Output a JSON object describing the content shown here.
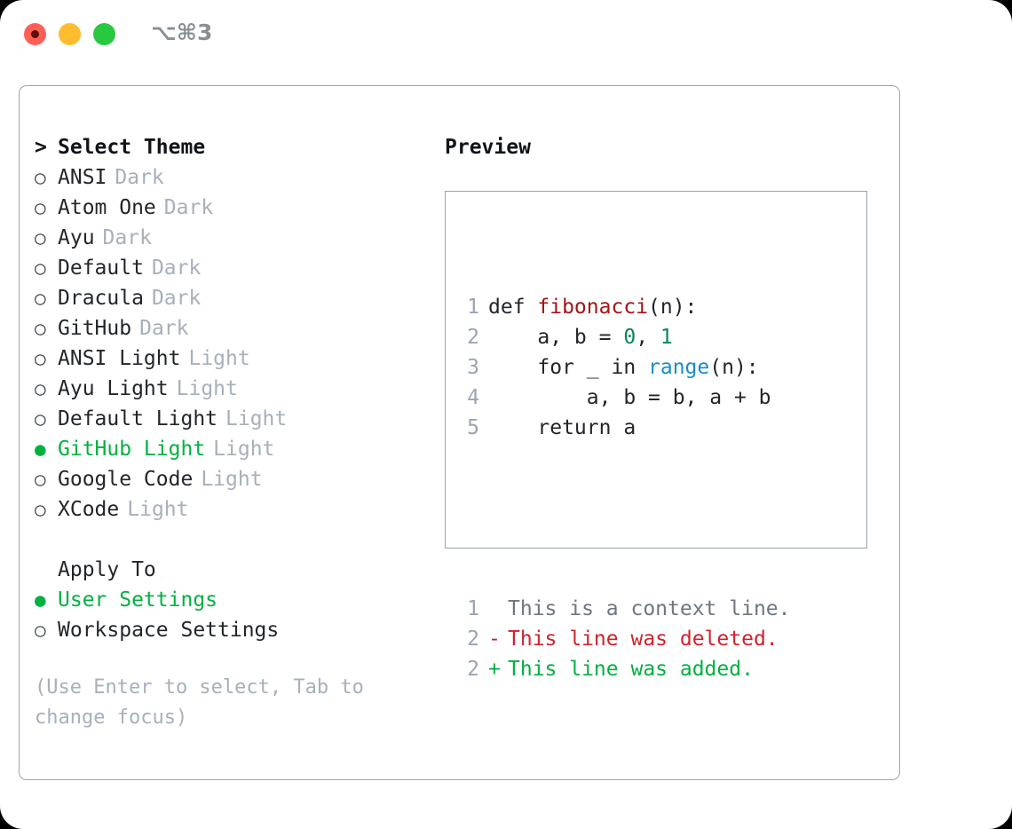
{
  "titlebar": {
    "shortcut": "⌥⌘3",
    "lights": [
      {
        "name": "close",
        "color": "#ff5f57"
      },
      {
        "name": "minimize",
        "color": "#febc2e"
      },
      {
        "name": "maximize",
        "color": "#28c840"
      }
    ]
  },
  "theme_picker": {
    "heading": "Select Theme",
    "caret": ">",
    "bullet_on": "●",
    "bullet_off": "○",
    "accent_color": "#00b140",
    "items": [
      {
        "label": "ANSI",
        "variant": "Dark",
        "selected": false
      },
      {
        "label": "Atom One",
        "variant": "Dark",
        "selected": false
      },
      {
        "label": "Ayu",
        "variant": "Dark",
        "selected": false
      },
      {
        "label": "Default",
        "variant": "Dark",
        "selected": false
      },
      {
        "label": "Dracula",
        "variant": "Dark",
        "selected": false
      },
      {
        "label": "GitHub",
        "variant": "Dark",
        "selected": false
      },
      {
        "label": "ANSI Light",
        "variant": "Light",
        "selected": false
      },
      {
        "label": "Ayu Light",
        "variant": "Light",
        "selected": false
      },
      {
        "label": "Default Light",
        "variant": "Light",
        "selected": false
      },
      {
        "label": "GitHub Light",
        "variant": "Light",
        "selected": true
      },
      {
        "label": "Google Code",
        "variant": "Light",
        "selected": false
      },
      {
        "label": "XCode",
        "variant": "Light",
        "selected": false
      }
    ]
  },
  "apply_to": {
    "heading": "Apply To",
    "options": [
      {
        "label": "User Settings",
        "selected": true
      },
      {
        "label": "Workspace Settings",
        "selected": false
      }
    ]
  },
  "hint": "(Use Enter to select, Tab to change focus)",
  "preview": {
    "heading": "Preview",
    "code_lines": [
      {
        "no": "1",
        "tokens": [
          {
            "text": "def ",
            "kind": "plain"
          },
          {
            "text": "fibonacci",
            "kind": "fn"
          },
          {
            "text": "(n):",
            "kind": "plain"
          }
        ]
      },
      {
        "no": "2",
        "tokens": [
          {
            "text": "    a, b = ",
            "kind": "plain"
          },
          {
            "text": "0",
            "kind": "num"
          },
          {
            "text": ", ",
            "kind": "plain"
          },
          {
            "text": "1",
            "kind": "num"
          }
        ]
      },
      {
        "no": "3",
        "tokens": [
          {
            "text": "    for _ in ",
            "kind": "plain"
          },
          {
            "text": "range",
            "kind": "builtin"
          },
          {
            "text": "(n):",
            "kind": "plain"
          }
        ]
      },
      {
        "no": "4",
        "tokens": [
          {
            "text": "        a, b = b, a + b",
            "kind": "plain"
          }
        ]
      },
      {
        "no": "5",
        "tokens": [
          {
            "text": "    return a",
            "kind": "plain"
          }
        ]
      }
    ],
    "diff_lines": [
      {
        "no": "1",
        "mark": " ",
        "text": "This is a context line.",
        "kind": "ctx"
      },
      {
        "no": "2",
        "mark": "-",
        "text": "This line was deleted.",
        "kind": "del"
      },
      {
        "no": "2",
        "mark": "+",
        "text": "This line was added.",
        "kind": "add"
      }
    ],
    "colors": {
      "function": "#a31515",
      "number": "#098658",
      "builtin": "#1a8cc8",
      "context": "#6e7781",
      "deleted": "#cf222e",
      "added": "#00b140"
    }
  }
}
